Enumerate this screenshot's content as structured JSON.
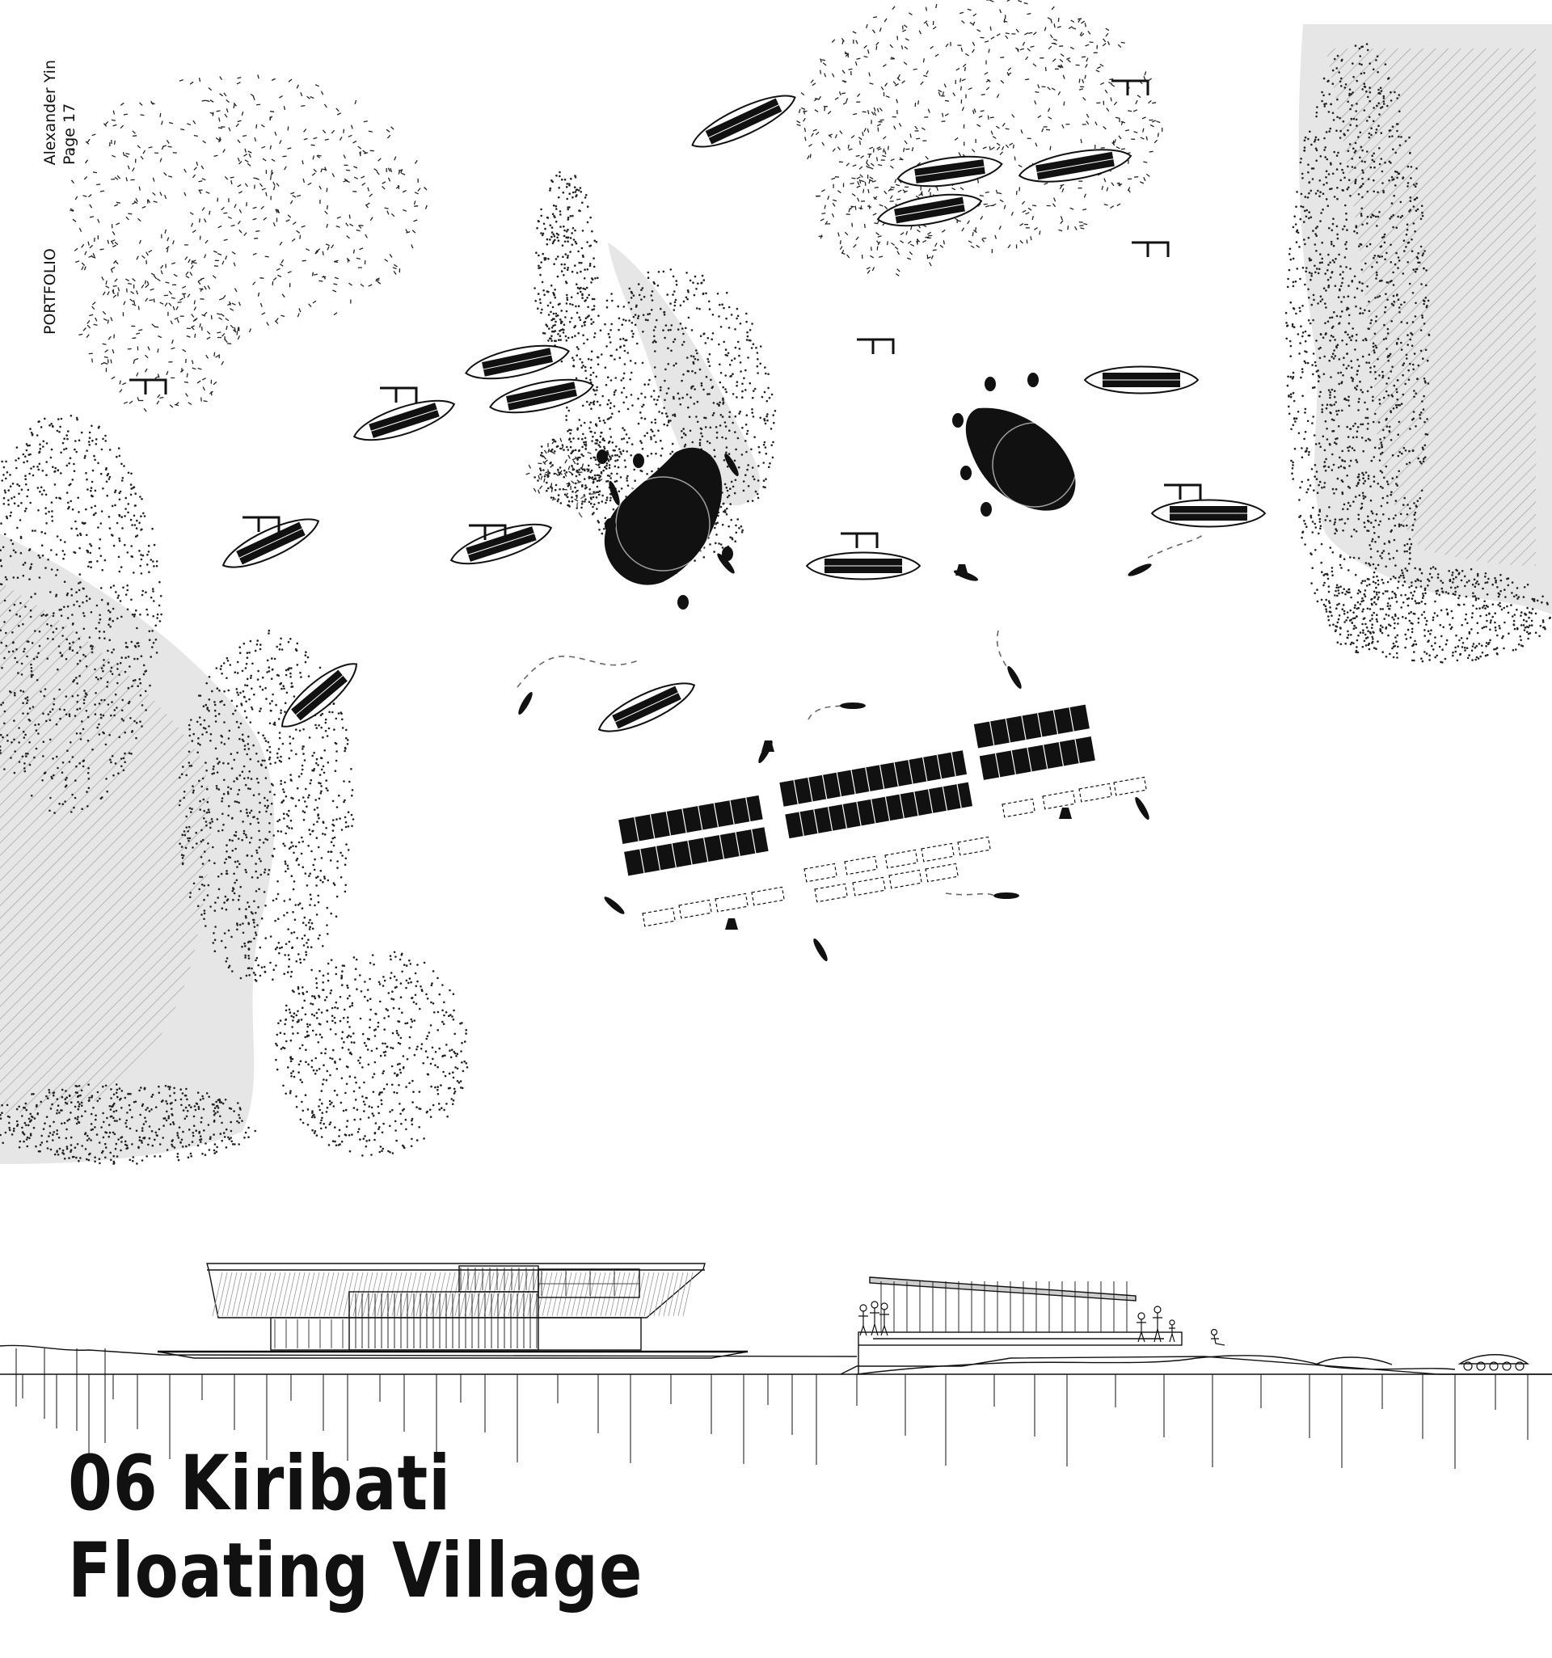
{
  "portfolio": {
    "label": "PORTFOLIO",
    "author": "Alexander Yin",
    "page": "Page 17"
  },
  "title": {
    "number": "06",
    "line1": "Kiribati",
    "line2": "Floating Village"
  },
  "colors": {
    "ink": "#111111",
    "land_fill": "#e6e6e6",
    "background": "#ffffff"
  },
  "drawing": {
    "site_plan_icon": "site-plan-drawing",
    "section_icon": "elevation-section-drawing"
  }
}
